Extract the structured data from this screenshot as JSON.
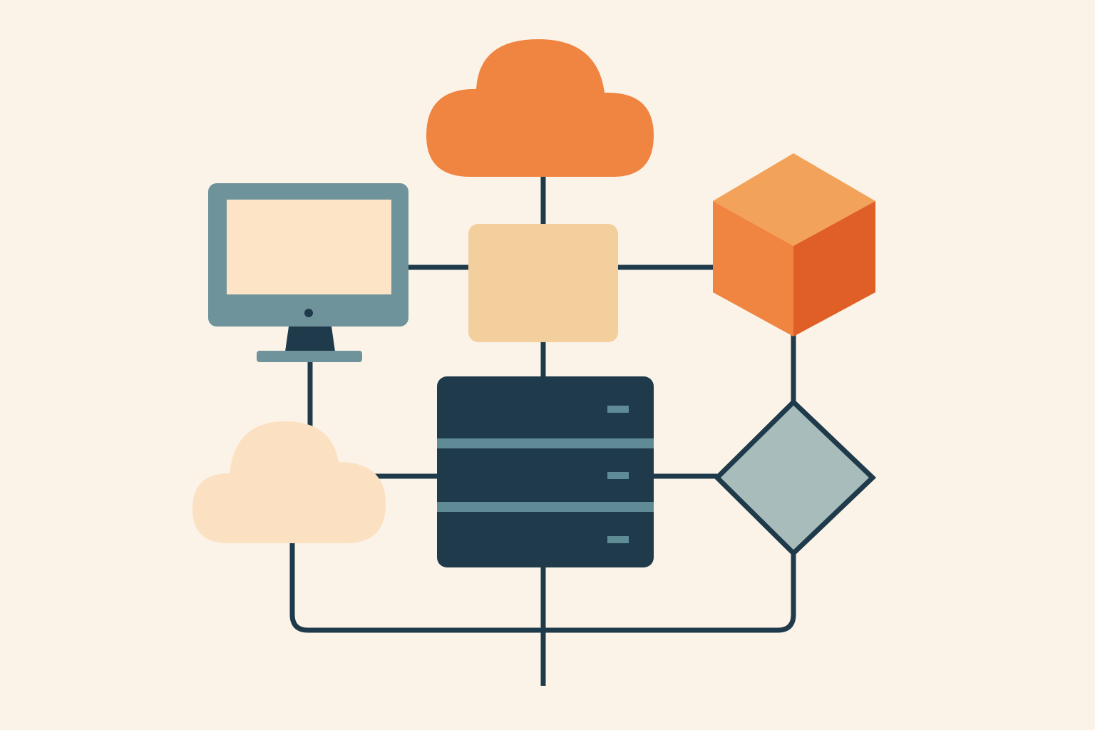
{
  "colors": {
    "background": "#fbf3e7",
    "connector": "#1f3a4a",
    "cloud_top": "#f08441",
    "cloud_bottom": "#fbe1c2",
    "hub_box": "#f3cf9e",
    "monitor_body": "#6e939b",
    "monitor_screen": "#fde4c6",
    "monitor_stand": "#1f3a4a",
    "cube_top": "#f3a25a",
    "cube_left": "#f08441",
    "cube_right": "#df5f26",
    "diamond": "#a8bcbb",
    "server_body": "#1f3a4a",
    "server_stripe": "#5f8b96"
  },
  "nodes": [
    {
      "id": "cloud-top",
      "icon": "cloud-icon"
    },
    {
      "id": "hub",
      "icon": "rounded-square"
    },
    {
      "id": "monitor",
      "icon": "monitor-icon"
    },
    {
      "id": "cube",
      "icon": "cube-icon"
    },
    {
      "id": "diamond",
      "icon": "diamond-decision"
    },
    {
      "id": "server",
      "icon": "server-rack-icon"
    },
    {
      "id": "cloud-bottom",
      "icon": "cloud-icon"
    }
  ]
}
